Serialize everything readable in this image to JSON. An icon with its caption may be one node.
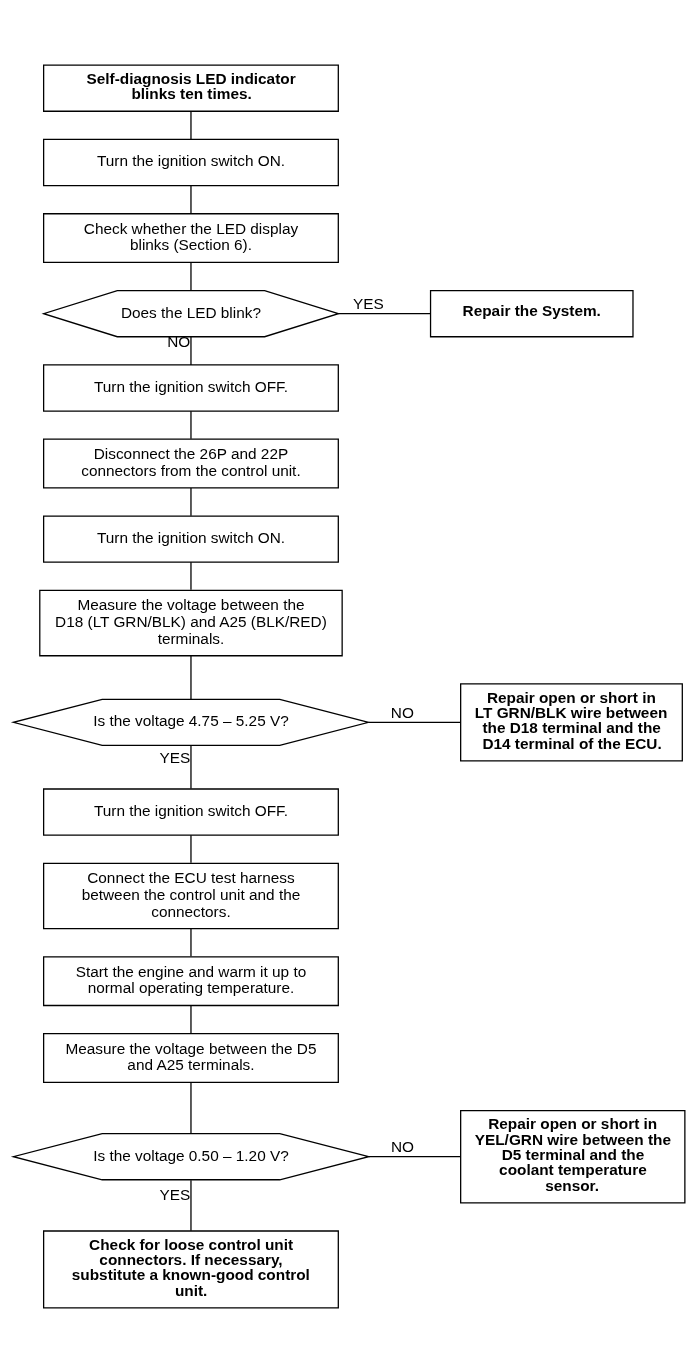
{
  "diagram": {
    "nodes": [
      {
        "text": [
          "Self-diagnosis LED indicator blinks ten times."
        ]
      },
      {
        "text": [
          "Turn the ignition switch ON."
        ]
      },
      {
        "text": [
          "Check whether the LED display blinks (Section 6)."
        ]
      },
      {
        "text": [
          "Does the LED blink?"
        ]
      },
      {
        "text": [
          "Repair the System."
        ]
      },
      {
        "text": [
          "Turn the ignition switch OFF."
        ]
      },
      {
        "text": [
          "Disconnect the 26P and 22P connectors from the control unit."
        ]
      },
      {
        "text": [
          "Turn the ignition switch ON."
        ]
      },
      {
        "text": [
          "Measure the voltage between the D18 (LT GRN/BLK) and A25 (BLK/RED) terminals."
        ]
      },
      {
        "text": [
          "Is the voltage 4.75 – 5.25 V?"
        ]
      },
      {
        "text": [
          "Repair open or short in LT GRN/BLK wire between the D18 terminal and the D14 terminal of the ECU."
        ]
      },
      {
        "text": [
          "Turn the ignition switch OFF."
        ]
      },
      {
        "text": [
          "Connect the ECU test harness between the control unit and the connectors."
        ]
      },
      {
        "text": [
          "Start the engine and warm it up to normal operating temperature."
        ]
      },
      {
        "text": [
          "Measure the voltage between the D5 and A25 terminals."
        ]
      },
      {
        "text": [
          "Is the voltage 0.50 – 1.20 V?"
        ]
      },
      {
        "text": [
          "Repair open or short in YEL/GRN wire between the D5 terminal and the coolant temperature sensor."
        ]
      },
      {
        "text": [
          "Check for loose control unit connectors. If necessary, substitute a known-good control unit."
        ]
      }
    ],
    "edges": [
      {
        "from": 0,
        "to": 1,
        "arrow": "none"
      },
      {
        "from": 1,
        "to": 2,
        "arrow": "none"
      },
      {
        "from": 2,
        "to": 3,
        "arrow": "none"
      },
      {
        "from": 3,
        "to": 4,
        "arrow": "none",
        "label": "YES"
      },
      {
        "from": 3,
        "to": 5,
        "arrow": "none",
        "label": "NO"
      },
      {
        "from": 5,
        "to": 6,
        "arrow": "none"
      },
      {
        "from": 6,
        "to": 7,
        "arrow": "none"
      },
      {
        "from": 7,
        "to": 8,
        "arrow": "none"
      },
      {
        "from": 8,
        "to": 9,
        "arrow": "none"
      },
      {
        "from": 9,
        "to": 10,
        "arrow": "none",
        "label": "NO"
      },
      {
        "from": 9,
        "to": 11,
        "arrow": "none",
        "label": "YES"
      },
      {
        "from": 11,
        "to": 12,
        "arrow": "none"
      },
      {
        "from": 12,
        "to": 13,
        "arrow": "none"
      },
      {
        "from": 13,
        "to": 14,
        "arrow": "none"
      },
      {
        "from": 14,
        "to": 15,
        "arrow": "none"
      },
      {
        "from": 15,
        "to": 16,
        "arrow": "none",
        "label": "NO"
      },
      {
        "from": 15,
        "to": 17,
        "arrow": "none",
        "label": "YES"
      }
    ]
  }
}
